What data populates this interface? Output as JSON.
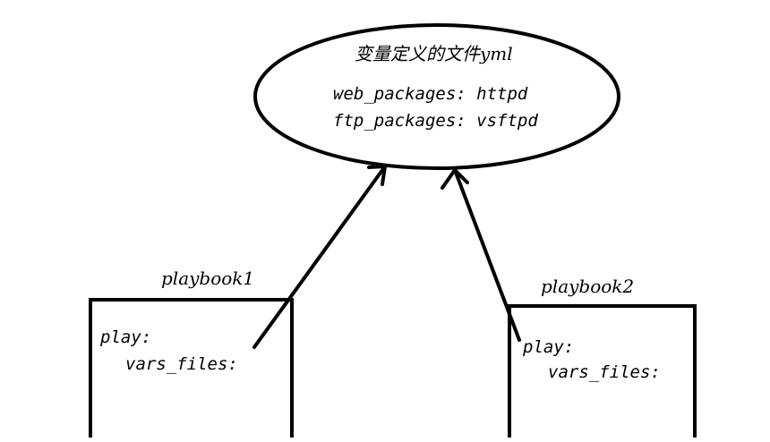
{
  "vars_file": {
    "title": "变量定义的文件yml",
    "lines": [
      "web_packages: httpd",
      "ftp_packages: vsftpd"
    ]
  },
  "playbooks": [
    {
      "name": "playbook1",
      "lines": [
        "play:",
        "vars_files:"
      ]
    },
    {
      "name": "playbook2",
      "lines": [
        "play:",
        "vars_files:"
      ]
    }
  ]
}
